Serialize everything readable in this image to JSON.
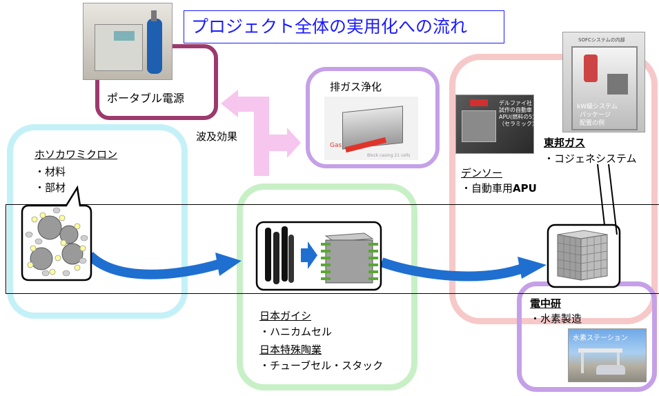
{
  "title": "プロジェクト全体の実用化への流れ",
  "portable": {
    "label": "ポータブル電源"
  },
  "exhaust": {
    "label": "排ガス浄化",
    "gas_tag": "Gas",
    "photo_caption": "Block casing 21 cells"
  },
  "ripple": {
    "label": "波及効果"
  },
  "hosokawa": {
    "company": "ホソカワミクロン",
    "item1": "・材料",
    "item2": "・部材"
  },
  "ngk": {
    "company1": "日本ガイシ",
    "item1": "・ハニカムセル",
    "company2": "日本特殊陶業",
    "item2": "・チューブセル・スタック"
  },
  "denso": {
    "company": "デンソー",
    "item_prefix": "・自動車用",
    "item_bold": "APU"
  },
  "delphi_photo": {
    "caption_lines": [
      "デルファイ社",
      "試作の自動車",
      "APU(燃料の5)",
      "（セラミック）"
    ]
  },
  "toho": {
    "company": "東邦ガス",
    "item": "・コジェネシステム"
  },
  "sofc_photo": {
    "top_caption": "SOFCシステムの内部",
    "bottom_lines": [
      "kW級システム",
      "パッケージ",
      "配置の例"
    ]
  },
  "criepi": {
    "company": "電中研",
    "item": "・水素製造"
  },
  "h2station": {
    "label": "水素ステーション"
  },
  "colors": {
    "title_text": "#1a1aff",
    "cyan_box": "#c4f1f7",
    "green_box": "#c8f0c6",
    "pink_box": "#f7c8c8",
    "purple_box": "#c5a0e8",
    "maroon_box": "#9c3a6e",
    "arrow_blue": "#1f6fd1",
    "light_pink_arrow": "#f6c6ee"
  }
}
